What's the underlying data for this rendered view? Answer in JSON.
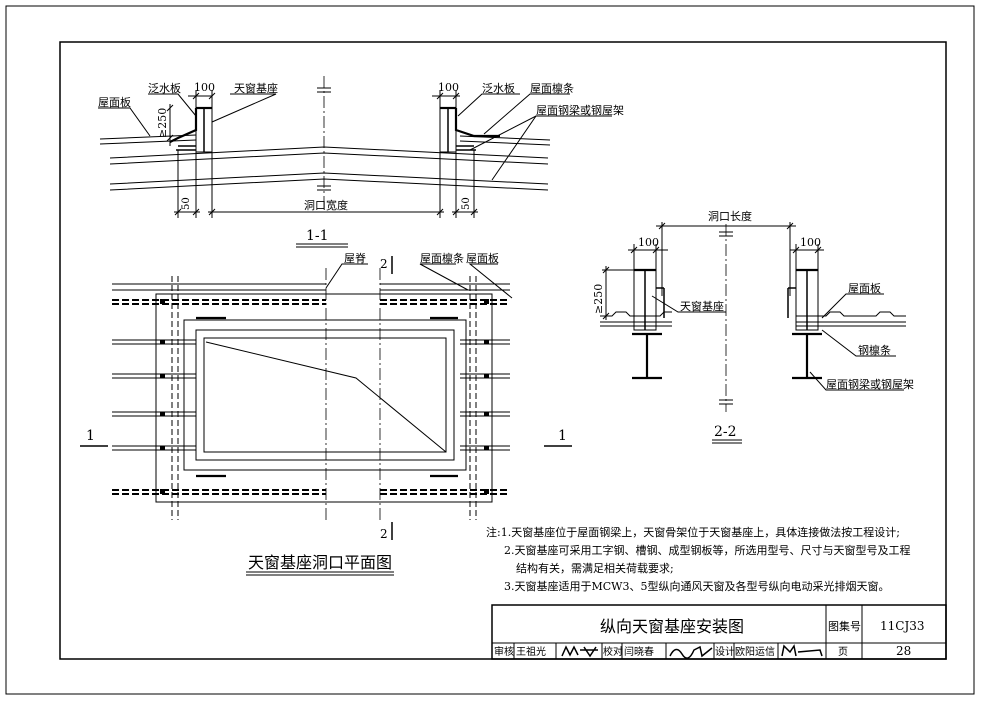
{
  "section_1_1": {
    "labels": {
      "flashing": "泛水板",
      "base": "天窗基座",
      "roof_board": "屋面板",
      "purlin": "屋面檩条",
      "beam": "屋面钢梁或钢屋架"
    },
    "dims": {
      "w100_left": "100",
      "w100_right": "100",
      "h250": "≥250",
      "d50_left": "50",
      "d50_right": "50",
      "opening_width": "洞口宽度"
    },
    "title": "1-1"
  },
  "plan": {
    "labels": {
      "ridge": "屋脊",
      "purlin": "屋面檩条",
      "roof_board": "屋面板"
    },
    "cut2_top": "2",
    "cut2_bottom": "2",
    "cut1_left": "1",
    "cut1_right": "1",
    "title": "天窗基座洞口平面图"
  },
  "section_2_2": {
    "labels": {
      "base": "天窗基座",
      "roof_board": "屋面板",
      "purlin": "钢檩条",
      "beam": "屋面钢梁或钢屋架"
    },
    "dims": {
      "opening_length": "洞口长度",
      "w100_left": "100",
      "w100_right": "100",
      "h250": "≥250"
    },
    "title": "2-2"
  },
  "notes": {
    "line1": "注:1.天窗基座位于屋面钢梁上，天窗骨架位于天窗基座上，具体连接做法按工程设计;",
    "line2": "2.天窗基座可采用工字钢、槽钢、成型钢板等，所选用型号、尺寸与天窗型号及工程",
    "line3": "结构有关，需满足相关荷载要求;",
    "line4": "3.天窗基座适用于MCW3、5型纵向通风天窗及各型号纵向电动采光排烟天窗。"
  },
  "title_block": {
    "drawing_title": "纵向天窗基座安装图",
    "atlas_label": "图集号",
    "atlas_no": "11CJ33",
    "review_label": "审核",
    "reviewer": "王祖光",
    "check_label": "校对",
    "checker": "闫晓春",
    "design_label": "设计",
    "designer": "欧阳运信",
    "page_label": "页",
    "page_no": "28"
  }
}
